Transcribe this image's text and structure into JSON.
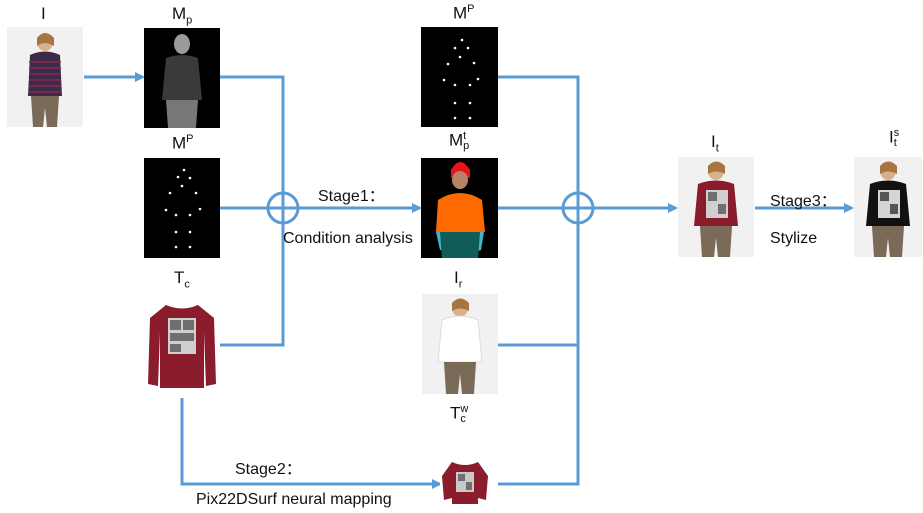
{
  "nodes": {
    "input_image": {
      "label": "I"
    },
    "person_parsing": {
      "label_base": "M",
      "label_sub": "p"
    },
    "pose_map_a": {
      "label_base": "M",
      "label_sup": "P"
    },
    "pose_map_b": {
      "label_base": "M",
      "label_sup": "P"
    },
    "target_parsing": {
      "label_base": "M",
      "label_sub": "p",
      "label_sup": "t"
    },
    "clothing": {
      "label_base": "T",
      "label_sub": "c"
    },
    "rendered_image": {
      "label_base": "I",
      "label_sub": "r"
    },
    "warped_clothing": {
      "label_base": "T",
      "label_sub": "c",
      "label_sup": "w"
    },
    "try_on_result": {
      "label_base": "I",
      "label_sub": "t"
    },
    "stylized_result": {
      "label_base": "I",
      "label_sub": "t",
      "label_sup": "s"
    }
  },
  "stages": {
    "stage1": {
      "title": "Stage1：",
      "desc": "Condition analysis"
    },
    "stage2": {
      "title": "Stage2：",
      "desc": "Pix22DSurf neural mapping"
    },
    "stage3": {
      "title": "Stage3：",
      "desc": "Stylize"
    }
  },
  "colors": {
    "arrow": "#5b9bd5",
    "stripe_shirt": "#3b2a4a",
    "red_shirt": "#8b1c2c",
    "orange_parse": "#ff6a00",
    "teal_parse": "#0f5c5a",
    "red_parse": "#e8141c"
  },
  "icons": {
    "combine": "circle-plus-icon"
  }
}
